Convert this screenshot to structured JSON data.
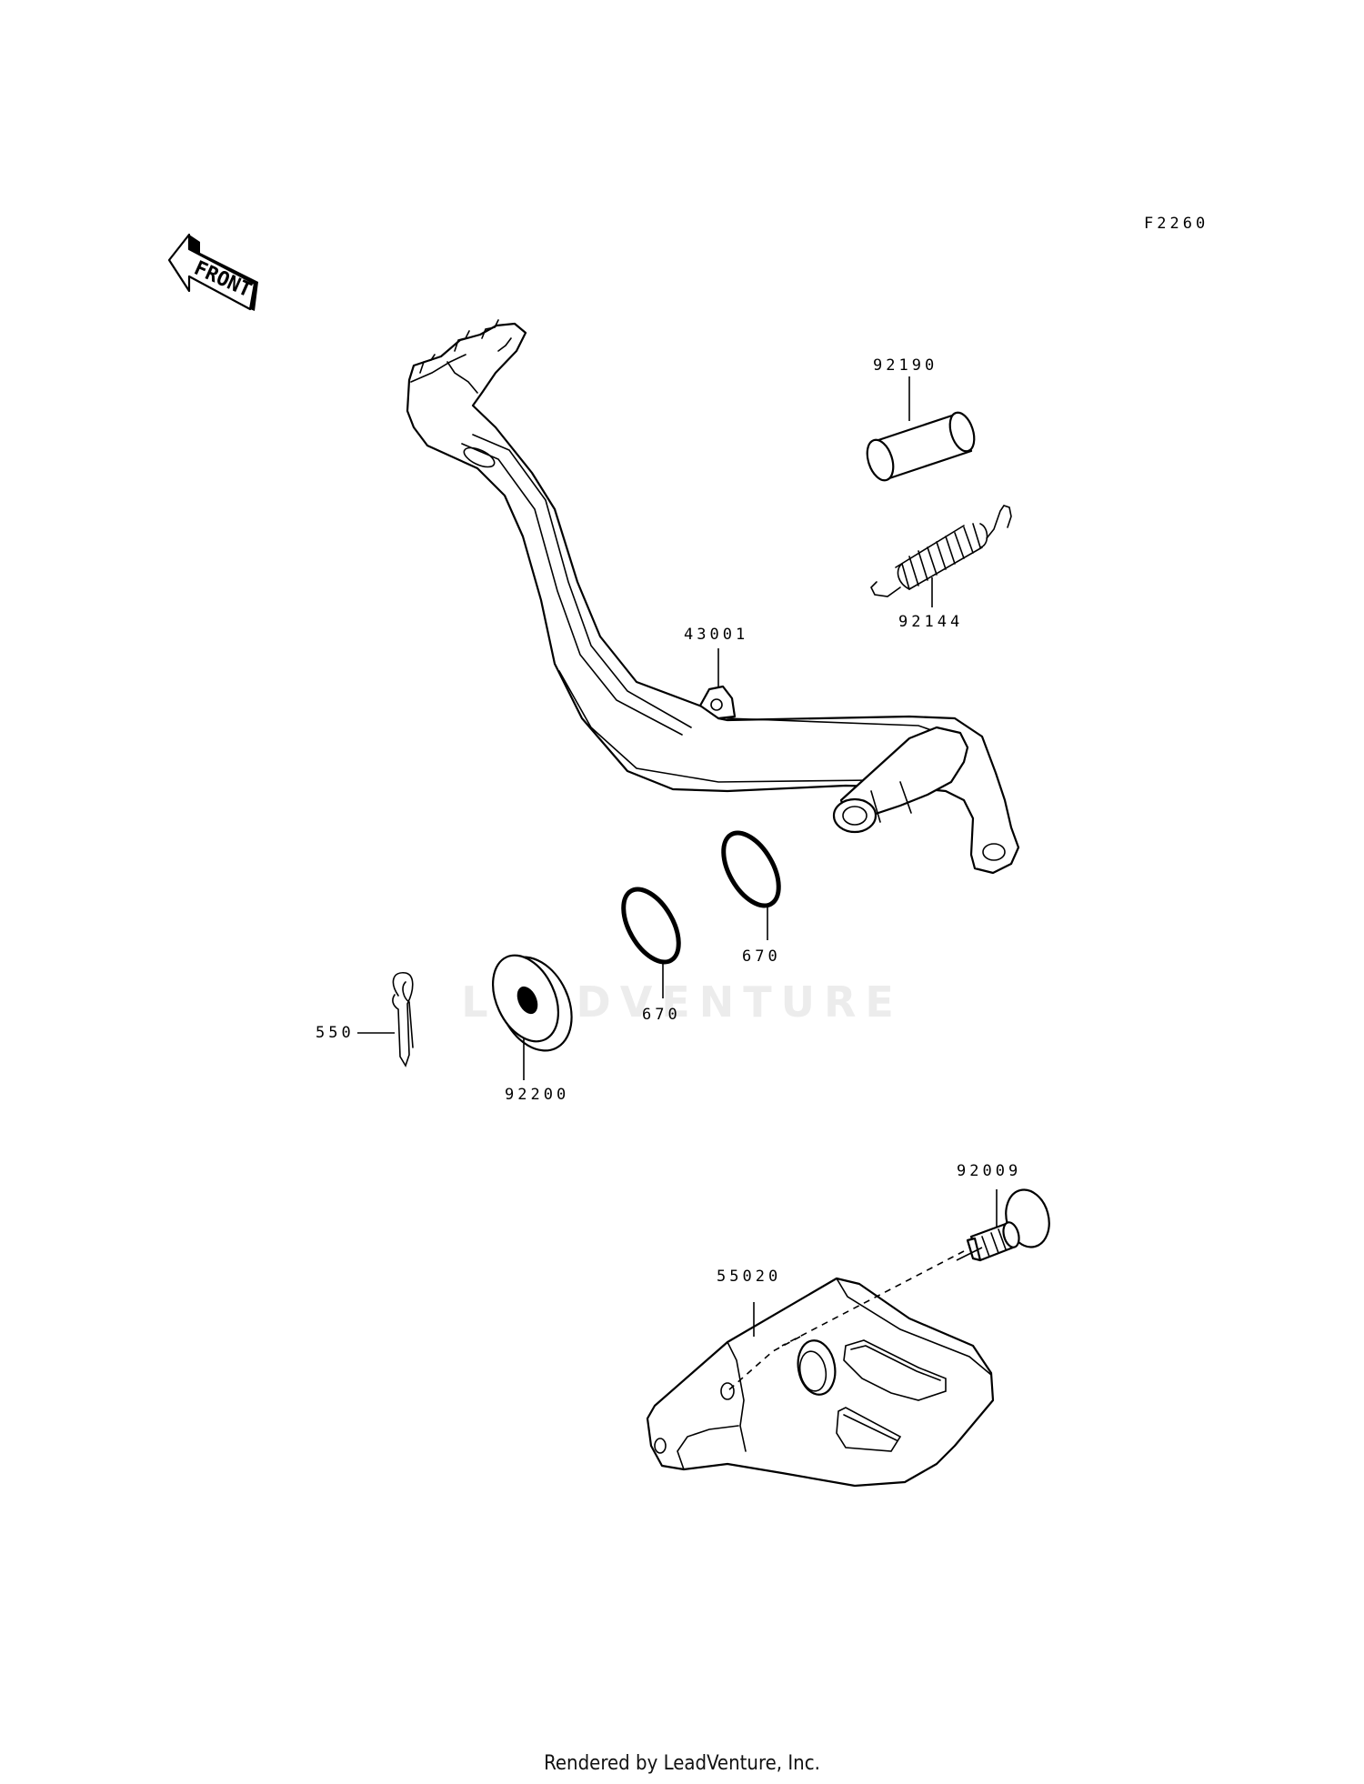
{
  "figure_code": "F2260",
  "front_indicator": "FRONT",
  "watermark": "LEADVENTURE",
  "footer": "Rendered by LeadVenture, Inc.",
  "parts": [
    {
      "id": "brake-pedal",
      "number": "43001"
    },
    {
      "id": "sleeve",
      "number": "92190"
    },
    {
      "id": "spring",
      "number": "92144"
    },
    {
      "id": "o-ring-upper",
      "number": "670"
    },
    {
      "id": "o-ring-lower",
      "number": "670"
    },
    {
      "id": "cotter-pin",
      "number": "550"
    },
    {
      "id": "washer",
      "number": "92200"
    },
    {
      "id": "bolt",
      "number": "92009"
    },
    {
      "id": "guard",
      "number": "55020"
    }
  ]
}
